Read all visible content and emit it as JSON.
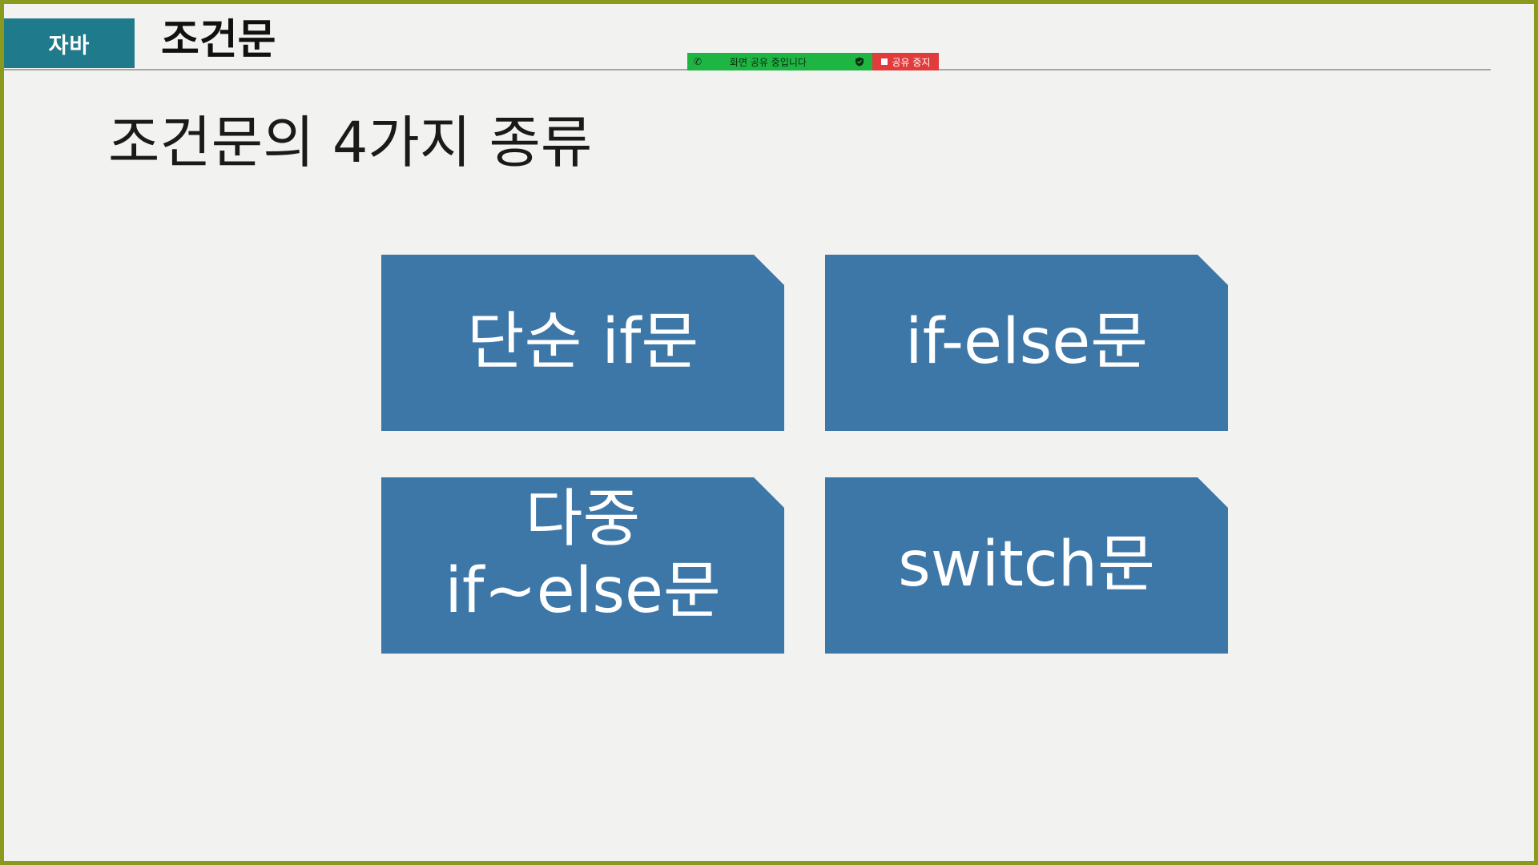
{
  "header": {
    "subject": "자바",
    "topic": "조건문"
  },
  "share_bar": {
    "status_text": "화면 공유 중입니다",
    "stop_label": "공유 중지",
    "status_color": "#1fb543",
    "stop_color": "#e23b3b",
    "icons": [
      "phone-icon",
      "shield-icon",
      "stop-square-icon"
    ]
  },
  "slide": {
    "heading": "조건문의 4가지 종류",
    "cards": [
      {
        "lines": [
          "단순 if문"
        ]
      },
      {
        "lines": [
          "if-else문"
        ]
      },
      {
        "lines": [
          "다중",
          "if~else문"
        ]
      },
      {
        "lines": [
          "switch문"
        ]
      }
    ]
  },
  "colors": {
    "border": "#8a9a1f",
    "subject_tab": "#1f7a8c",
    "card": "#3d77a8",
    "background": "#f2f2f0"
  }
}
